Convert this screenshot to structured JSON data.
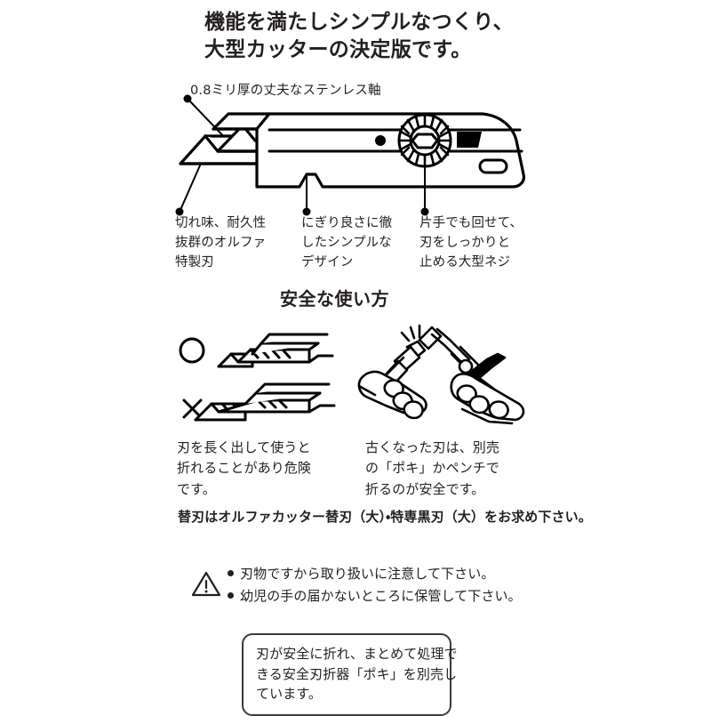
{
  "headline": {
    "line1": "機能を満たしシンプルなつくり、",
    "line2": "大型カッターの決定版です。"
  },
  "top_label": "0.8ミリ厚の丈夫なステンレス軸",
  "features": [
    {
      "line1": "切れ味、耐久性",
      "line2": "抜群のオルファ",
      "line3": "特製刃"
    },
    {
      "line1": "にぎり良さに徹",
      "line2": "したシンプルな",
      "line3": "デザイン"
    },
    {
      "line1": "片手でも回せて、",
      "line2": "刃をしっかりと",
      "line3": "止める大型ネジ"
    }
  ],
  "section_heading": "安全な使い方",
  "marks": {
    "good": "○",
    "bad": "✕"
  },
  "safety_captions": [
    {
      "line1": "刃を長く出して使うと",
      "line2": "折れることがあり危険",
      "line3": "です。"
    },
    {
      "line1": "古くなった刃は、別売",
      "line2": "の「ポキ」かペンチで",
      "line3": "折るのが安全です。"
    }
  ],
  "blade_note": "替刃はオルファカッター替刃（大）・特専黒刃（大）をお求め下さい。",
  "warnings": [
    "刃物ですから取り扱いに注意して下さい。",
    "幼児の手の届かないところに保管して下さい。"
  ],
  "poki_box": {
    "line1": "刃が安全に折れ、まとめて処理で",
    "line2": "きる安全刃折器「ポキ」を別売し",
    "line3": "ています。"
  },
  "colors": {
    "ink": "#231f20",
    "line": "#000000",
    "background": "#ffffff",
    "box_border": "#3a3a3a"
  }
}
